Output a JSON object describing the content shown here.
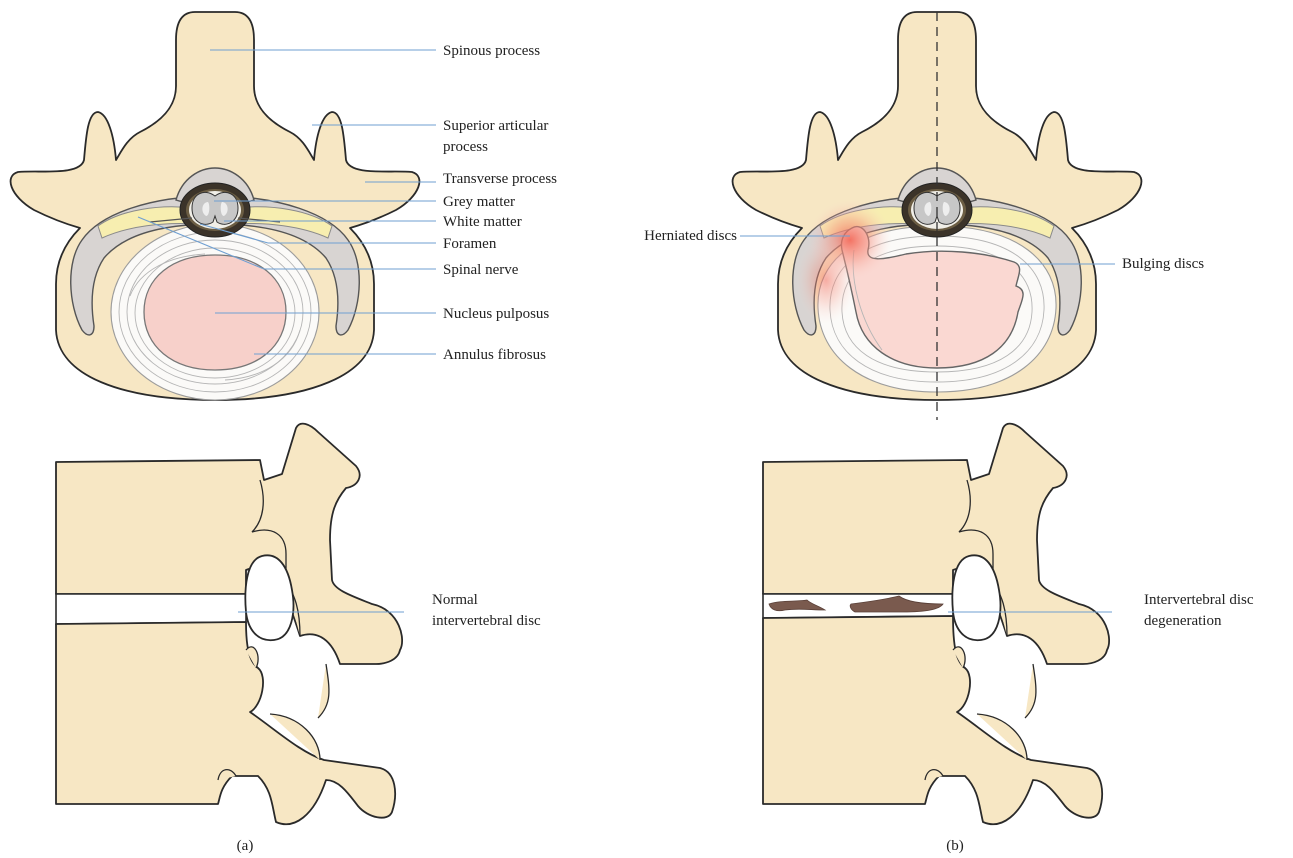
{
  "panels": {
    "a": {
      "caption": "(a)",
      "axial_labels": {
        "spinous_process": "Spinous process",
        "superior_articular_line1": "Superior articular",
        "superior_articular_line2": "process",
        "transverse_process": "Transverse process",
        "grey_matter": "Grey matter",
        "white_matter": "White matter",
        "foramen": "Foramen",
        "spinal_nerve": "Spinal nerve",
        "nucleus_pulposus": "Nucleus pulposus",
        "annulus_fibrosus": "Annulus fibrosus"
      },
      "sagittal_labels": {
        "disc_line1": "Normal",
        "disc_line2": "intervertebral disc"
      }
    },
    "b": {
      "caption": "(b)",
      "axial_labels": {
        "herniated": "Herniated discs",
        "bulging": "Bulging discs"
      },
      "sagittal_labels": {
        "disc_line1": "Intervertebral disc",
        "disc_line2": "degeneration"
      }
    }
  },
  "colors": {
    "bone": "#f7e7c4",
    "leader_line": "#6f9fd1",
    "nucleus": "#f7d0ca",
    "herniation_glow": "#f26b5f"
  }
}
